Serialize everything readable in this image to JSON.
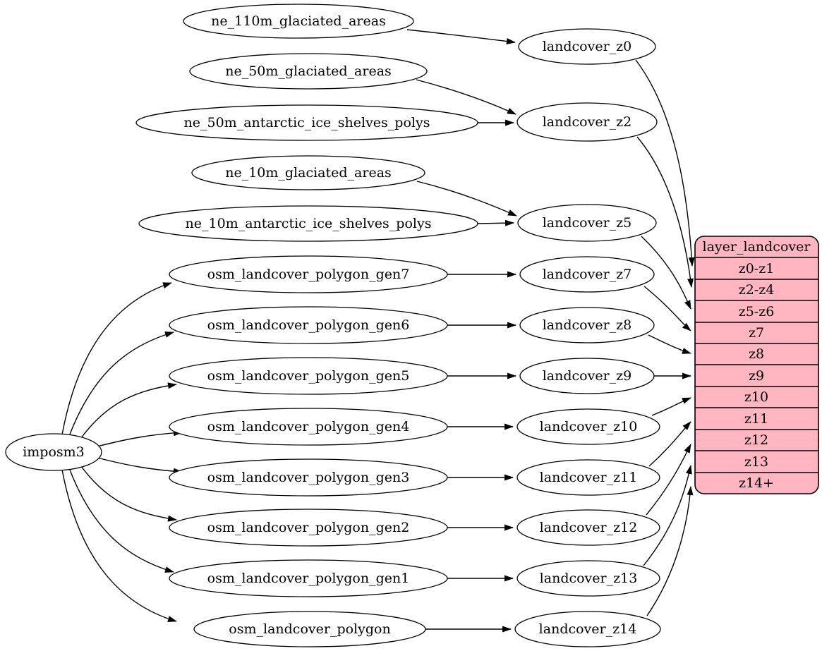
{
  "nodes": {
    "root": "imposm3",
    "sources": [
      "ne_110m_glaciated_areas",
      "ne_50m_glaciated_areas",
      "ne_50m_antarctic_ice_shelves_polys",
      "ne_10m_glaciated_areas",
      "ne_10m_antarctic_ice_shelves_polys",
      "osm_landcover_polygon_gen7",
      "osm_landcover_polygon_gen6",
      "osm_landcover_polygon_gen5",
      "osm_landcover_polygon_gen4",
      "osm_landcover_polygon_gen3",
      "osm_landcover_polygon_gen2",
      "osm_landcover_polygon_gen1",
      "osm_landcover_polygon"
    ],
    "intermediates": [
      "landcover_z0",
      "landcover_z2",
      "landcover_z5",
      "landcover_z7",
      "landcover_z8",
      "landcover_z9",
      "landcover_z10",
      "landcover_z11",
      "landcover_z12",
      "landcover_z13",
      "landcover_z14"
    ]
  },
  "layer_table": {
    "title": "layer_landcover",
    "rows": [
      "z0-z1",
      "z2-z4",
      "z5-z6",
      "z7",
      "z8",
      "z9",
      "z10",
      "z11",
      "z12",
      "z13",
      "z14+"
    ]
  },
  "edges": [
    [
      "imposm3",
      "osm_landcover_polygon_gen7"
    ],
    [
      "imposm3",
      "osm_landcover_polygon_gen6"
    ],
    [
      "imposm3",
      "osm_landcover_polygon_gen5"
    ],
    [
      "imposm3",
      "osm_landcover_polygon_gen4"
    ],
    [
      "imposm3",
      "osm_landcover_polygon_gen3"
    ],
    [
      "imposm3",
      "osm_landcover_polygon_gen2"
    ],
    [
      "imposm3",
      "osm_landcover_polygon_gen1"
    ],
    [
      "imposm3",
      "osm_landcover_polygon"
    ],
    [
      "ne_110m_glaciated_areas",
      "landcover_z0"
    ],
    [
      "ne_50m_glaciated_areas",
      "landcover_z2"
    ],
    [
      "ne_50m_antarctic_ice_shelves_polys",
      "landcover_z2"
    ],
    [
      "ne_10m_glaciated_areas",
      "landcover_z5"
    ],
    [
      "ne_10m_antarctic_ice_shelves_polys",
      "landcover_z5"
    ],
    [
      "osm_landcover_polygon_gen7",
      "landcover_z7"
    ],
    [
      "osm_landcover_polygon_gen6",
      "landcover_z8"
    ],
    [
      "osm_landcover_polygon_gen5",
      "landcover_z9"
    ],
    [
      "osm_landcover_polygon_gen4",
      "landcover_z10"
    ],
    [
      "osm_landcover_polygon_gen3",
      "landcover_z11"
    ],
    [
      "osm_landcover_polygon_gen2",
      "landcover_z12"
    ],
    [
      "osm_landcover_polygon_gen1",
      "landcover_z13"
    ],
    [
      "osm_landcover_polygon",
      "landcover_z14"
    ],
    [
      "landcover_z0",
      "z0-z1"
    ],
    [
      "landcover_z2",
      "z2-z4"
    ],
    [
      "landcover_z5",
      "z5-z6"
    ],
    [
      "landcover_z7",
      "z7"
    ],
    [
      "landcover_z8",
      "z8"
    ],
    [
      "landcover_z9",
      "z9"
    ],
    [
      "landcover_z10",
      "z10"
    ],
    [
      "landcover_z11",
      "z11"
    ],
    [
      "landcover_z12",
      "z12"
    ],
    [
      "landcover_z13",
      "z13"
    ],
    [
      "landcover_z14",
      "z14+"
    ]
  ],
  "colors": {
    "table_fill": "#ffb6c1",
    "node_fill": "#ffffff",
    "edge_stroke": "#000000"
  }
}
